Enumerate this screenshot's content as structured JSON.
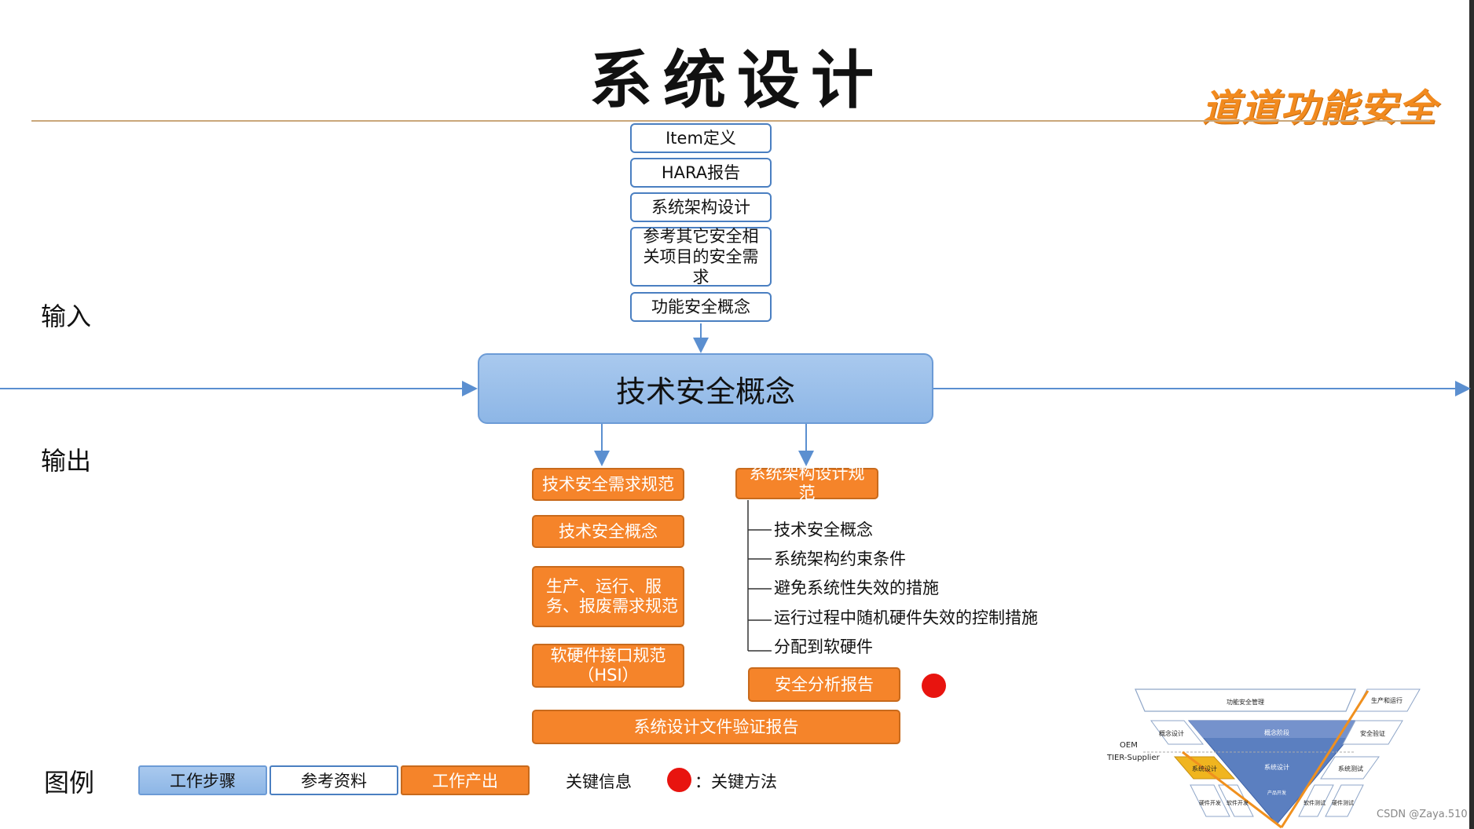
{
  "title": "系统设计",
  "brand": "道道功能安全",
  "labels": {
    "input": "输入",
    "output": "输出",
    "legend": "图例"
  },
  "inputs": [
    "Item定义",
    "HARA报告",
    "系统架构设计",
    "参考其它安全相关项目的安全需求",
    "功能安全概念"
  ],
  "step": "技术安全概念",
  "outputs_left": [
    "技术安全需求规范",
    "技术安全概念",
    "生产、运行、服务、报废需求规范",
    "软硬件接口规范（HSI）"
  ],
  "output_arch": "系统架构设计规范",
  "arch_items": [
    "技术安全概念",
    "系统架构约束条件",
    "避免系统性失效的措施",
    "运行过程中随机硬件失效的控制措施",
    "分配到软硬件"
  ],
  "output_safety": "安全分析报告",
  "output_verify": "系统设计文件验证报告",
  "legend": {
    "step": "工作步骤",
    "ref": "参考资料",
    "product": "工作产出",
    "key_info": "关键信息",
    "key_method": "：关键方法"
  },
  "vmodel": {
    "top": "功能安全管理",
    "concept": "概念设计",
    "concept_phase": "概念阶段",
    "oem": "OEM",
    "tier": "TIER-Supplier",
    "system_design": "系统设计",
    "system_design_center": "系统设计",
    "product_dev": "产品开发",
    "hw_dev": "硬件开发",
    "sw_dev": "软件开发",
    "sw_test": "软件测试",
    "hw_test": "硬件测试",
    "production": "生产和运行",
    "safety_verify": "安全验证",
    "system_test": "系统测试"
  },
  "watermark": "CSDN @Zaya.510",
  "colors": {
    "step_fill": "#8db6e6",
    "ref_border": "#4a7fc1",
    "product_fill": "#f5842a",
    "key_method": "#e8140f",
    "brand": "#f28a1e"
  }
}
